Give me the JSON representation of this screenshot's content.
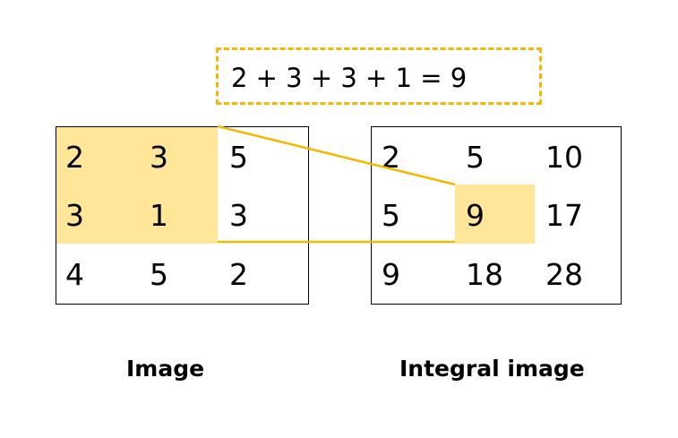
{
  "formula": "2 + 3 + 3 + 1 = 9",
  "image": {
    "caption": "Image",
    "rows": [
      [
        "2",
        "3",
        "5"
      ],
      [
        "3",
        "1",
        "3"
      ],
      [
        "4",
        "5",
        "2"
      ]
    ]
  },
  "integral": {
    "caption": "Integral image",
    "rows": [
      [
        "2",
        "5",
        "10"
      ],
      [
        "5",
        "9",
        "17"
      ],
      [
        "9",
        "18",
        "28"
      ]
    ]
  },
  "colors": {
    "highlight": "#ffe699",
    "accent": "#f5b800",
    "border": "#000000"
  }
}
